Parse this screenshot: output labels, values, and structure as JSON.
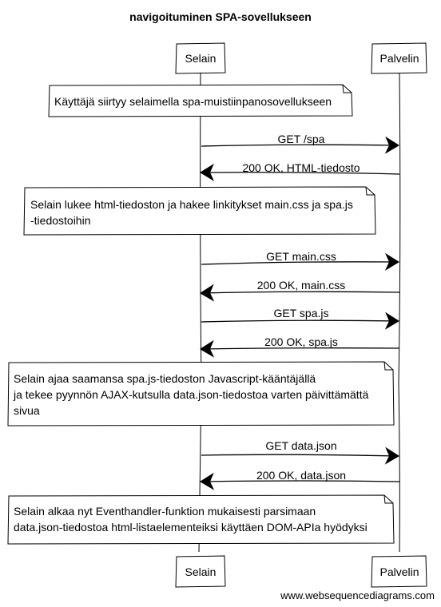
{
  "title": "navigoituminen SPA-sovellukseen",
  "participants": [
    {
      "name": "Selain"
    },
    {
      "name": "Palvelin"
    }
  ],
  "steps": [
    {
      "kind": "note",
      "lines": [
        "Käyttäjä siirtyy selaimella spa-muistiinpanosovellukseen"
      ]
    },
    {
      "kind": "message",
      "from": "Selain",
      "to": "Palvelin",
      "label": "GET /spa"
    },
    {
      "kind": "message",
      "from": "Palvelin",
      "to": "Selain",
      "label": "200 OK, HTML-tiedosto"
    },
    {
      "kind": "note",
      "lines": [
        "Selain lukee html-tiedoston ja hakee linkitykset main.css ja spa.js",
        "-tiedostoihin"
      ]
    },
    {
      "kind": "message",
      "from": "Selain",
      "to": "Palvelin",
      "label": "GET main.css"
    },
    {
      "kind": "message",
      "from": "Palvelin",
      "to": "Selain",
      "label": "200 OK, main.css"
    },
    {
      "kind": "message",
      "from": "Selain",
      "to": "Palvelin",
      "label": "GET spa.js"
    },
    {
      "kind": "message",
      "from": "Palvelin",
      "to": "Selain",
      "label": "200 OK, spa.js"
    },
    {
      "kind": "note",
      "lines": [
        "Selain ajaa saamansa spa.js-tiedoston Javascript-kääntäjällä",
        "ja tekee pyynnön AJAX-kutsulla data.json-tiedostoa varten päivittämättä",
        "sivua"
      ]
    },
    {
      "kind": "message",
      "from": "Selain",
      "to": "Palvelin",
      "label": "GET data.json"
    },
    {
      "kind": "message",
      "from": "Palvelin",
      "to": "Selain",
      "label": "200 OK, data.json"
    },
    {
      "kind": "note",
      "lines": [
        "Selain alkaa nyt Eventhandler-funktion mukaisesti parsimaan",
        "data.json-tiedostoa html-listaelementeiksi käyttäen DOM-APIa hyödyksi"
      ]
    }
  ],
  "footer": "www.websequencediagrams.com"
}
